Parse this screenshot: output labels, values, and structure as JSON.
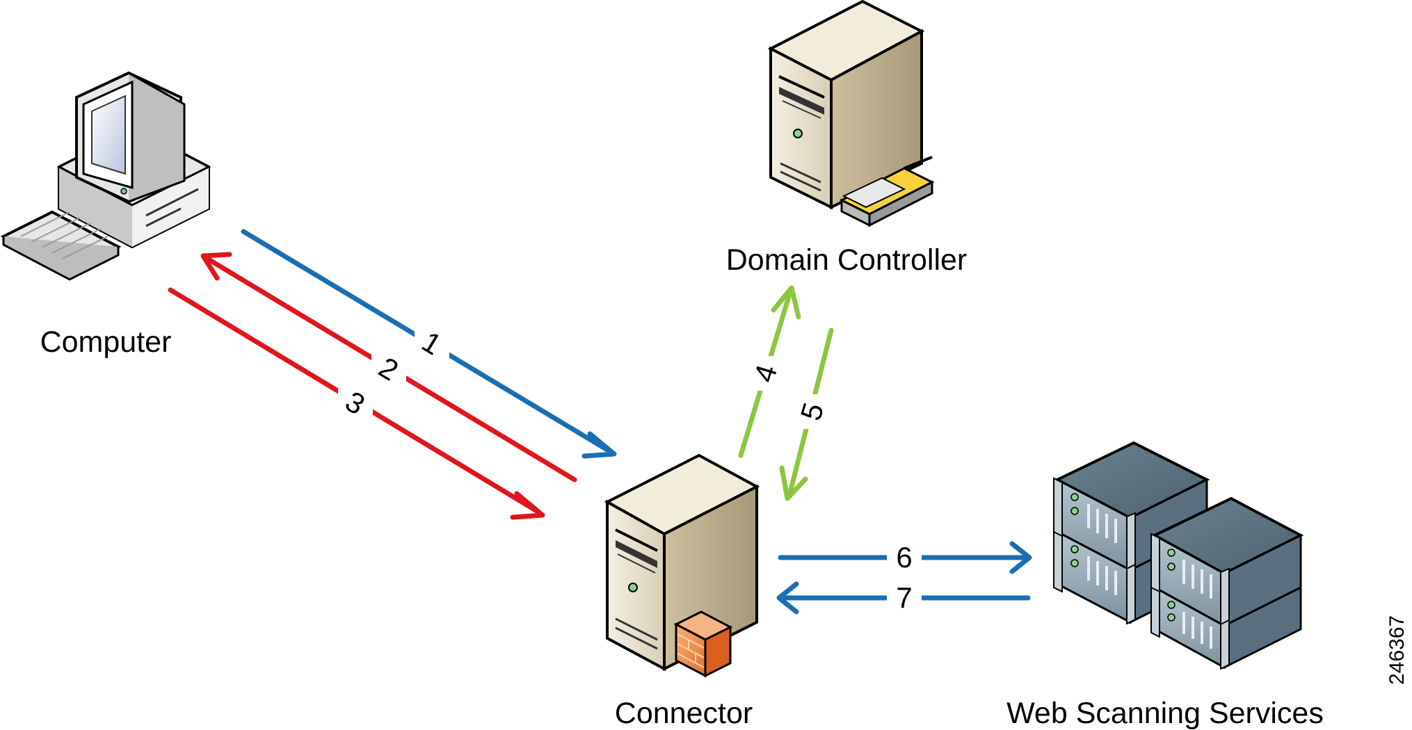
{
  "nodes": {
    "computer": {
      "label": "Computer"
    },
    "domain_controller": {
      "label": "Domain Controller"
    },
    "connector": {
      "label": "Connector"
    },
    "web_scanning": {
      "label": "Web Scanning Services"
    }
  },
  "steps": {
    "s1": {
      "label": "1",
      "color": "#1a6fb4"
    },
    "s2": {
      "label": "2",
      "color": "#e0161d"
    },
    "s3": {
      "label": "3",
      "color": "#e0161d"
    },
    "s4": {
      "label": "4",
      "color": "#8cc63f"
    },
    "s5": {
      "label": "5",
      "color": "#8cc63f"
    },
    "s6": {
      "label": "6",
      "color": "#1a6fb4"
    },
    "s7": {
      "label": "7",
      "color": "#1a6fb4"
    }
  },
  "figure_id": "246367"
}
